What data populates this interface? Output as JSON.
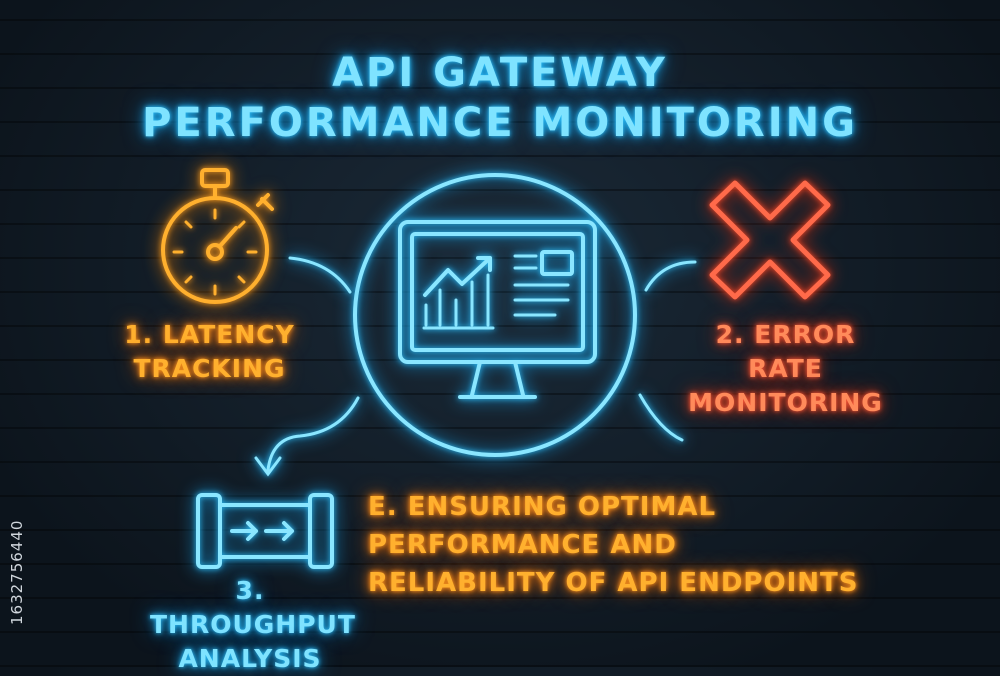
{
  "title": {
    "line1": "API GATEWAY",
    "line2": "PERFORMANCE MONITORING"
  },
  "steps": [
    {
      "number": "1.",
      "line1": "1. LATENCY",
      "line2": "TRACKING",
      "icon": "stopwatch-icon",
      "color": "#ffb02e"
    },
    {
      "number": "2.",
      "line1": "2. ERROR RATE",
      "line2": "MONITORING",
      "icon": "x-mark-icon",
      "color": "#ff6a4a"
    },
    {
      "number": "3.",
      "line1": "3. THROUGHPUT",
      "line2": "ANALYSIS",
      "icon": "pipe-arrow-icon",
      "color": "#7fe3ff"
    }
  ],
  "summary": {
    "line1": "E. ENSURING OPTIMAL",
    "line2": "PERFORMANCE AND",
    "line3": "RELIABILITY OF API ENDPOINTS"
  },
  "center_icon": "monitor-chart-icon",
  "watermark": "1632756440",
  "colors": {
    "background": "#101a24",
    "blue": "#7fe3ff",
    "orange": "#ffb02e",
    "red": "#ff6a4a"
  }
}
